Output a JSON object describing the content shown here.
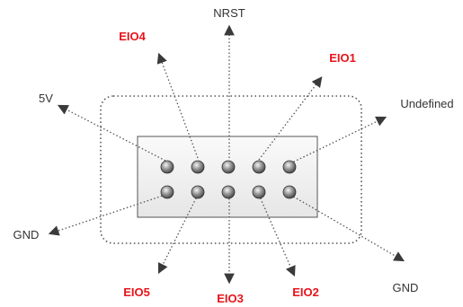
{
  "diagram": {
    "labels": {
      "nrst": "NRST",
      "eio4": "EIO4",
      "eio1": "EIO1",
      "v5": "5V",
      "undefined": "Undefined",
      "gnd_left": "GND",
      "gnd_right": "GND",
      "eio5": "EIO5",
      "eio3": "EIO3",
      "eio2": "EIO2"
    },
    "colors": {
      "signal_label": "#e8141b",
      "power_label": "#333333",
      "leader_line": "#555555",
      "arrowhead": "#3a3a3a",
      "outline": "#555555",
      "connector_fill": "#f2f2f2"
    },
    "connector": {
      "rows": 2,
      "pins_per_row": 5
    }
  }
}
